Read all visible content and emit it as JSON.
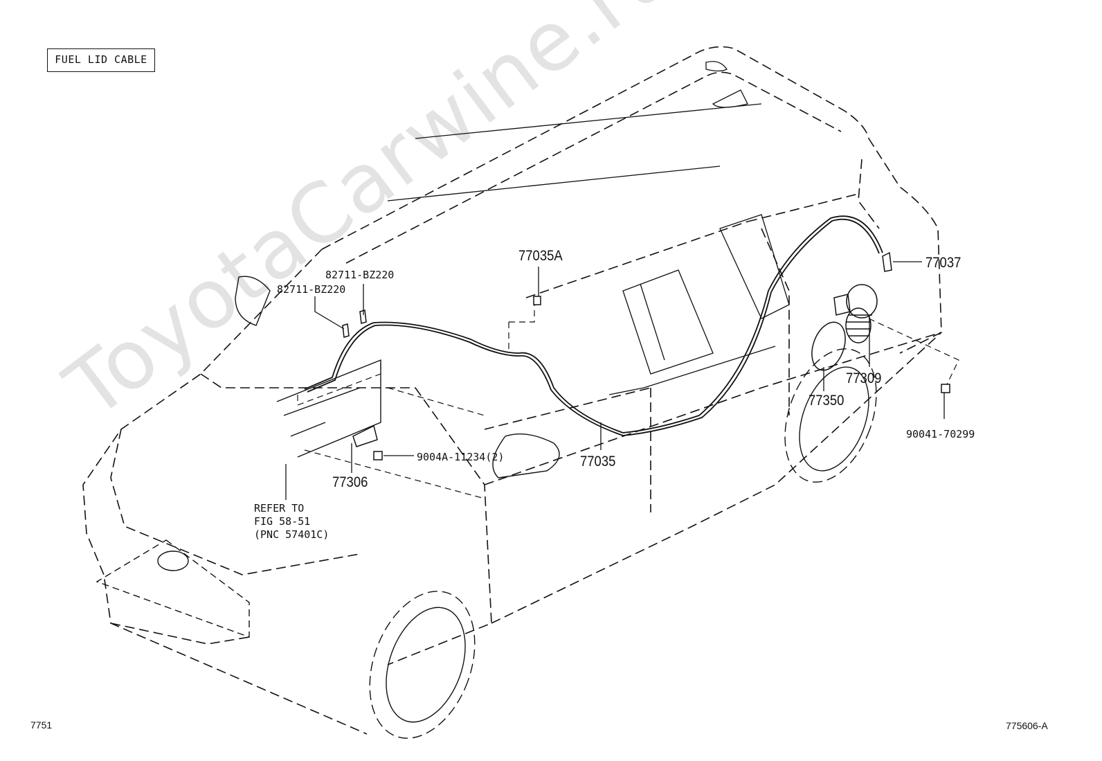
{
  "title": "FUEL LID CABLE",
  "watermark": "ToyotaCarwine.ru",
  "footer": {
    "left": "7751",
    "right": "775606-A"
  },
  "parts": {
    "p82711_a": "82711-BZ220",
    "p82711_b": "82711-BZ220",
    "p77035A": "77035A",
    "p77037": "77037",
    "p77309": "77309",
    "p77350": "77350",
    "p90041": "90041-70299",
    "p9004A": "9004A-11234(2)",
    "p77306": "77306",
    "p77035": "77035"
  },
  "note": "REFER TO\nFIG 58-51\n(PNC 57401C)"
}
